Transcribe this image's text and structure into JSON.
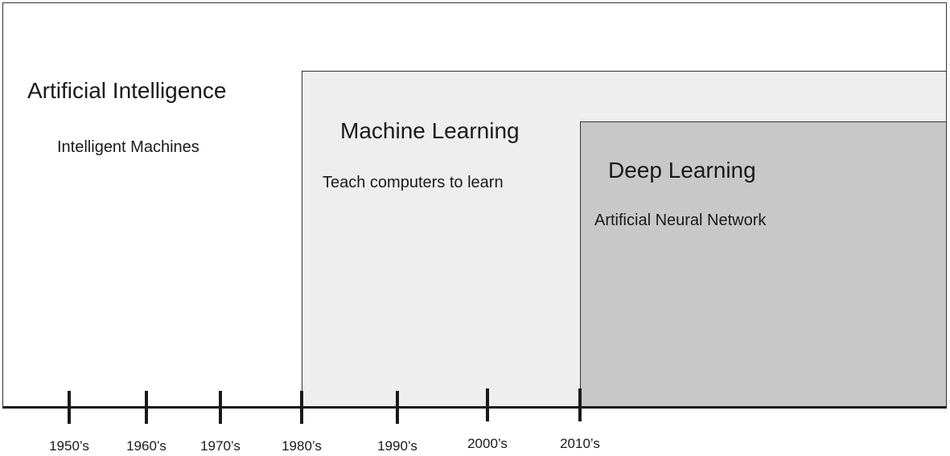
{
  "ai": {
    "title": "Artificial Intelligence",
    "subtitle": "Intelligent Machines"
  },
  "ml": {
    "title": "Machine Learning",
    "subtitle": "Teach computers to learn"
  },
  "dl": {
    "title": "Deep Learning",
    "subtitle": "Artificial Neural Network"
  },
  "timeline": {
    "ticks": [
      "1950’s",
      "1960’s",
      "1970’s",
      "1980’s",
      "1990’s",
      "2000’s",
      "2010’s"
    ]
  },
  "colors": {
    "ai_fill": "#ffffff",
    "ml_fill": "#eeeeee",
    "dl_fill": "#c8c8c8",
    "line": "#1a1a1a"
  }
}
